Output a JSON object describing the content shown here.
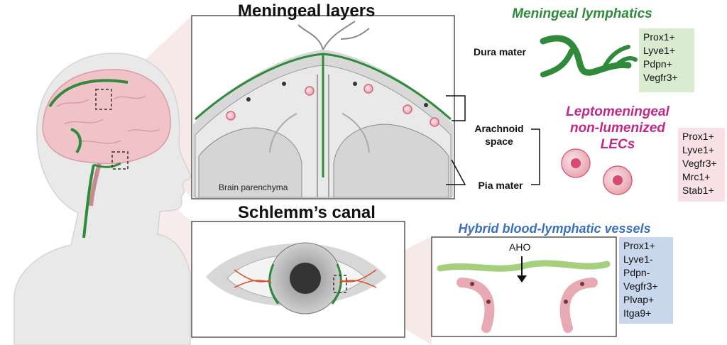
{
  "titles": {
    "meningeal_layers": "Meningeal layers",
    "schlemms_canal": "Schlemm’s canal",
    "meningeal_lymphatics": "Meningeal lymphatics",
    "leptomeningeal": [
      "Leptomeningeal",
      "non-lumenized",
      "LECs"
    ],
    "hybrid": "Hybrid blood-lymphatic vessels"
  },
  "labels": {
    "dura_mater": "Dura mater",
    "arachnoid_space": [
      "Arachnoid",
      "space"
    ],
    "pia_mater": "Pia mater",
    "brain_parenchyma": "Brain parenchyma",
    "aho": "AHO"
  },
  "markers": {
    "meningeal_lymphatics": [
      "Prox1+",
      "Lyve1+",
      "Pdpn+",
      "Vegfr3+"
    ],
    "leptomeningeal": [
      "Prox1+",
      "Lyve1+",
      "Vegfr3+",
      "Mrc1+",
      "Stab1+"
    ],
    "hybrid": [
      "Prox1+",
      "Lyve1-",
      "Pdpn-",
      "Vegfr3+",
      "Plvap+",
      "Itga9+"
    ]
  },
  "colors": {
    "lymphatic_green": "#2f8a3a",
    "lepto_magenta": "#c0288a",
    "hybrid_blue": "#3a6fc0",
    "green_box": "#d9ecd0",
    "pink_box": "#f7e1e6",
    "blue_box": "#c9d7ec"
  }
}
